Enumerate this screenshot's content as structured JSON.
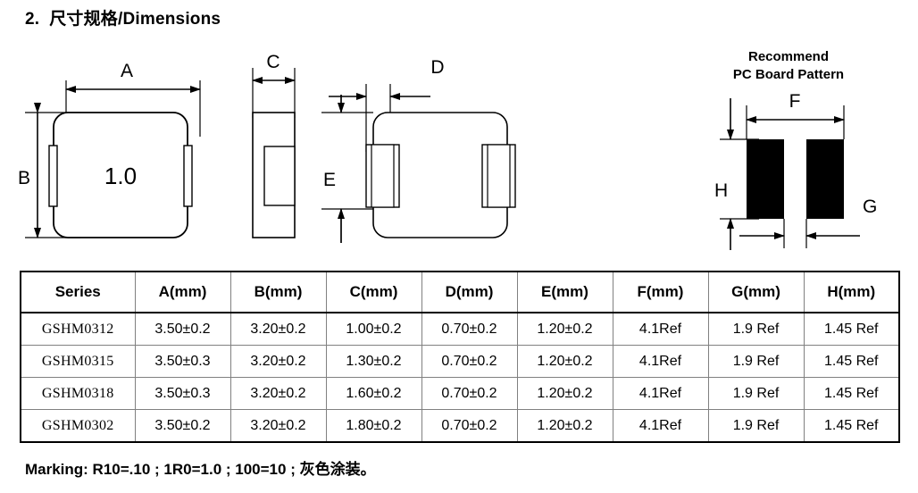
{
  "page": {
    "section_title": "2.  尺寸规格/Dimensions",
    "marking_note": "Marking: R10=.10 ; 1R0=1.0 ; 100=10 ; 灰色涂装。"
  },
  "drawings": {
    "top_view": {
      "name": "top-view",
      "part_marking": "1.0",
      "dimension_a": "A",
      "dimension_b": "B"
    },
    "side_view": {
      "name": "side-view",
      "dimension_c": "C"
    },
    "bottom_view": {
      "name": "bottom-view",
      "dimension_d": "D",
      "dimension_e": "E"
    },
    "pcb_pattern": {
      "name": "recommend-pc-board-pattern",
      "title_line1": "Recommend",
      "title_line2": "PC Board Pattern",
      "dimension_f": "F",
      "dimension_g": "G",
      "dimension_h": "H",
      "pad_color": "#000000"
    }
  },
  "table": {
    "headers": [
      "Series",
      "A(mm)",
      "B(mm)",
      "C(mm)",
      "D(mm)",
      "E(mm)",
      "F(mm)",
      "G(mm)",
      "H(mm)"
    ],
    "rows": [
      {
        "series": "GSHM0312",
        "a": "3.50±0.2",
        "b": "3.20±0.2",
        "c": "1.00±0.2",
        "d": "0.70±0.2",
        "e": "1.20±0.2",
        "f": "4.1Ref",
        "g": "1.9 Ref",
        "h": "1.45 Ref"
      },
      {
        "series": "GSHM0315",
        "a": "3.50±0.3",
        "b": "3.20±0.2",
        "c": "1.30±0.2",
        "d": "0.70±0.2",
        "e": "1.20±0.2",
        "f": "4.1Ref",
        "g": "1.9 Ref",
        "h": "1.45 Ref"
      },
      {
        "series": "GSHM0318",
        "a": "3.50±0.3",
        "b": "3.20±0.2",
        "c": "1.60±0.2",
        "d": "0.70±0.2",
        "e": "1.20±0.2",
        "f": "4.1Ref",
        "g": "1.9 Ref",
        "h": "1.45 Ref"
      },
      {
        "series": "GSHM0302",
        "a": "3.50±0.2",
        "b": "3.20±0.2",
        "c": "1.80±0.2",
        "d": "0.70±0.2",
        "e": "1.20±0.2",
        "f": "4.1Ref",
        "g": "1.9 Ref",
        "h": "1.45 Ref"
      }
    ]
  }
}
